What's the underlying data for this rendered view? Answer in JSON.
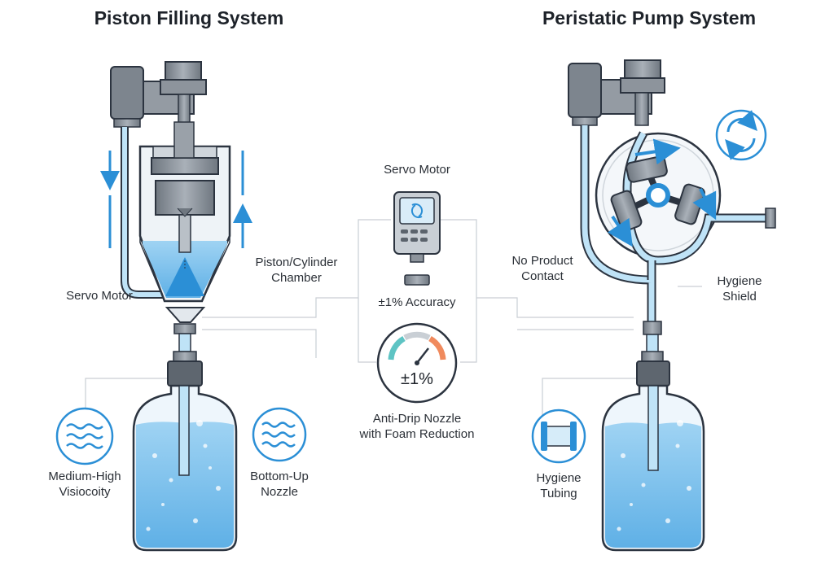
{
  "titles": {
    "left": "Piston Filling System",
    "right": "Peristatic Pump System"
  },
  "labels": {
    "servo_motor_left": "Servo Motor",
    "piston_chamber": [
      "Piston/Cylinder",
      "Chamber"
    ],
    "servo_motor_center": "Servo Motor",
    "accuracy": "±1% Accuracy",
    "gauge_value": "±1%",
    "anti_drip": [
      "Anti-Drip Nozzle",
      "with Foam Reduction"
    ],
    "viscosity": [
      "Medium-High",
      "Visiocoity"
    ],
    "bottom_up": [
      "Bottom-Up",
      "Nozzle"
    ],
    "no_product_contact": [
      "No Product",
      "Contact"
    ],
    "hygiene_shield": [
      "Hygiene",
      "Shield"
    ],
    "hygiene_tubing": [
      "Hygiene",
      "Tubing"
    ]
  },
  "icons": {
    "waves_left": "waves-icon",
    "waves_center": "waves-icon",
    "tubing": "tube-segment-icon",
    "rotation": "rotation-arrows-icon",
    "controller": "servo-controller-icon",
    "gauge": "accuracy-gauge-icon"
  },
  "colors": {
    "accent_blue": "#2b8fd6",
    "liquid": "#7fc3ef",
    "metal": "#8d949c",
    "outline": "#2c3440",
    "gauge_teal": "#5ec4c4",
    "gauge_orange": "#f08a5d"
  }
}
